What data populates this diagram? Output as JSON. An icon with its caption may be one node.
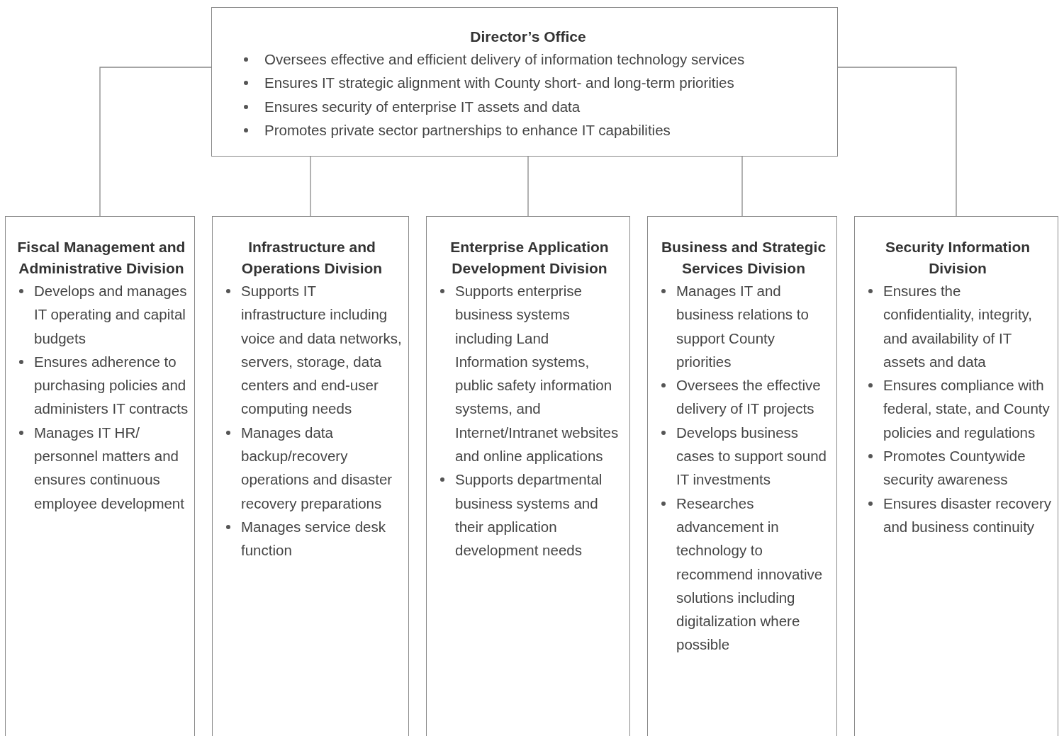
{
  "diagram": {
    "nodes": [
      {
        "text": [
          "Director’s Office",
          "Oversees effective and efficient delivery of information technology services",
          "Ensures IT strategic alignment with County short- and long-term priorities",
          "Ensures security of enterprise IT assets and data",
          "Promotes private sector partnerships to enhance IT capabilities"
        ]
      },
      {
        "text": [
          "Fiscal Management and Administrative Division",
          "Develops and manages IT operating and capital budgets",
          "Ensures adherence to purchasing policies and administers IT contracts",
          "Manages IT HR/ personnel matters and ensures continuous employee development"
        ]
      },
      {
        "text": [
          "Infrastructure and Operations Division",
          "Supports IT infrastructure including voice and data networks, servers, storage, data centers and end-user computing needs",
          "Manages data backup/recovery operations and disaster recovery preparations",
          "Manages service desk function"
        ]
      },
      {
        "text": [
          "Enterprise Application Development Division",
          "Supports enterprise business systems including Land Information systems, public safety information systems, and Internet/Intranet websites and online applications",
          "Supports departmental business systems and their application development needs"
        ]
      },
      {
        "text": [
          "Business and Strategic Services Division",
          "Manages IT and business relations to support County priorities",
          "Oversees the effective delivery of IT projects",
          "Develops business cases to support sound IT investments",
          "Researches advancement in technology to recommend innovative solutions including digitalization where possible"
        ]
      },
      {
        "text": [
          "Security Information Division",
          "Ensures the confidentiality, integrity, and availability of IT assets and data",
          "Ensures compliance with federal, state, and County policies and regulations",
          "Promotes Countywide security awareness",
          "Ensures disaster recovery and business continuity"
        ]
      }
    ],
    "edges": [
      {
        "from": 0,
        "to": 1,
        "arrow": "none"
      },
      {
        "from": 0,
        "to": 2,
        "arrow": "none"
      },
      {
        "from": 0,
        "to": 3,
        "arrow": "none"
      },
      {
        "from": 0,
        "to": 4,
        "arrow": "none"
      },
      {
        "from": 0,
        "to": 5,
        "arrow": "none"
      }
    ]
  }
}
